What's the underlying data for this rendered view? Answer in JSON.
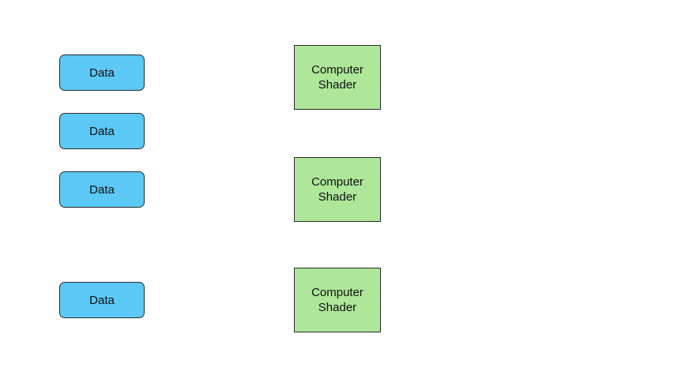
{
  "diagram": {
    "data_nodes": [
      {
        "label": "Data"
      },
      {
        "label": "Data"
      },
      {
        "label": "Data"
      },
      {
        "label": "Data"
      }
    ],
    "shader_nodes": [
      {
        "label": "Computer\nShader"
      },
      {
        "label": "Computer\nShader"
      },
      {
        "label": "Computer\nShader"
      }
    ],
    "colors": {
      "data_fill": "#5bc8f5",
      "shader_fill": "#aee69a",
      "border": "#2b2b2b",
      "background": "#ffffff"
    }
  }
}
